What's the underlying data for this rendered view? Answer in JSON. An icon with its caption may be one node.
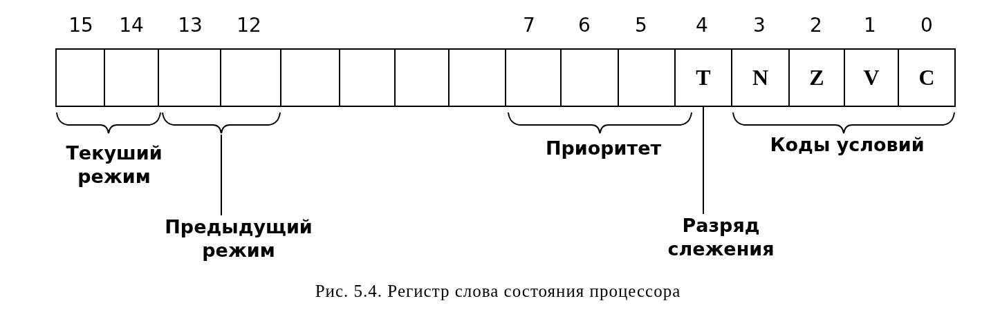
{
  "diagram": {
    "caption": "Рис. 5.4. Регистр слова состояния процессора",
    "nodes": [
      {
        "text": [],
        "shape": "box"
      },
      {
        "text": [],
        "shape": "box"
      },
      {
        "text": [],
        "shape": "box"
      },
      {
        "text": [],
        "shape": "box"
      },
      {
        "text": [],
        "shape": "box"
      },
      {
        "text": [],
        "shape": "box"
      },
      {
        "text": [],
        "shape": "box"
      },
      {
        "text": [],
        "shape": "box"
      },
      {
        "text": [],
        "shape": "box"
      },
      {
        "text": [],
        "shape": "box"
      },
      {
        "text": [],
        "shape": "box"
      },
      {
        "text": [
          "T"
        ]
      },
      {
        "text": [
          "N"
        ]
      },
      {
        "text": [
          "Z"
        ]
      },
      {
        "text": [
          "V"
        ]
      },
      {
        "text": [
          "C"
        ]
      },
      {
        "text": [
          "Предыдущий режим"
        ]
      },
      {
        "text": [
          "Разряд слежения"
        ]
      },
      {
        "text": [],
        "shape": "brace"
      }
    ],
    "edges": [
      {
        "from": 16,
        "to": 18,
        "arrow": "none"
      },
      {
        "from": 17,
        "to": 11,
        "arrow": "none"
      }
    ],
    "labels": [
      "15",
      "14",
      "13",
      "12",
      "7",
      "6",
      "5",
      "4",
      "3",
      "2",
      "1",
      "0",
      "Текуший режим",
      "Приоритет",
      "Коды условий"
    ]
  }
}
